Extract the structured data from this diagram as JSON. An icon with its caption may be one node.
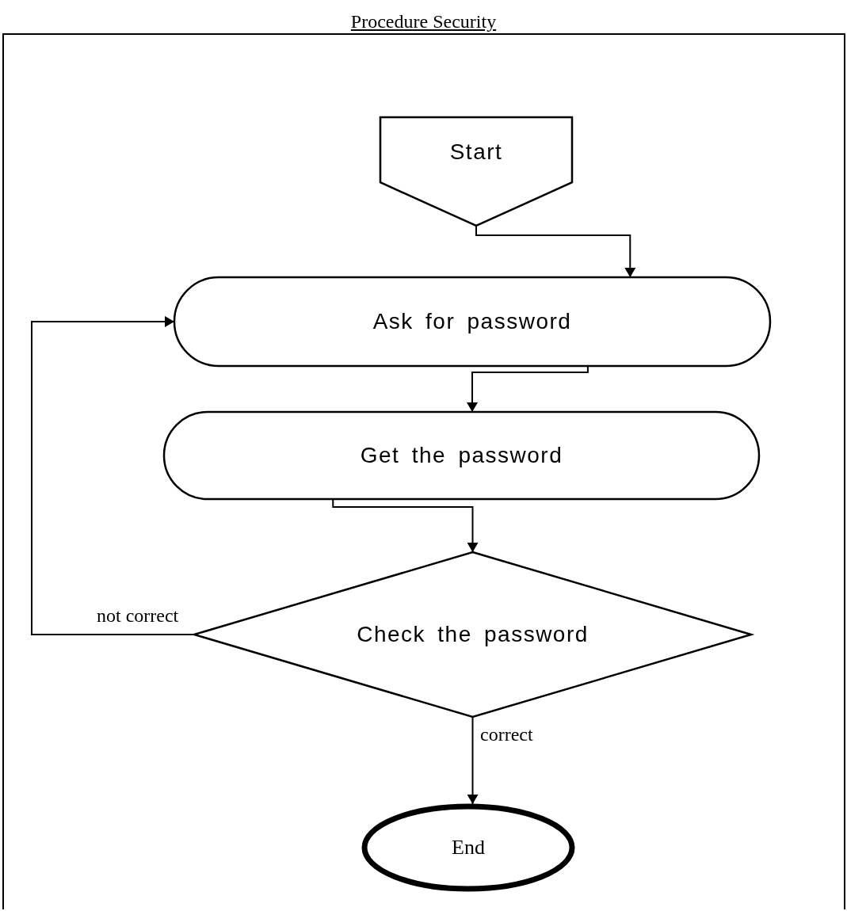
{
  "diagram": {
    "title": "Procedure Security",
    "nodes": [
      {
        "text": [
          "Start"
        ]
      },
      {
        "text": [
          "Ask for password"
        ]
      },
      {
        "text": [
          "Get the password"
        ]
      },
      {
        "text": [
          "Check the password"
        ]
      },
      {
        "text": [
          "End"
        ]
      }
    ],
    "edges": [
      {
        "from": 0,
        "to": 1,
        "arrow": "to"
      },
      {
        "from": 1,
        "to": 2,
        "arrow": "to"
      },
      {
        "from": 2,
        "to": 3,
        "arrow": "to"
      },
      {
        "from": 3,
        "to": 1,
        "arrow": "to",
        "label": "not correct"
      },
      {
        "from": 3,
        "to": 4,
        "arrow": "to",
        "label": "correct"
      }
    ]
  }
}
